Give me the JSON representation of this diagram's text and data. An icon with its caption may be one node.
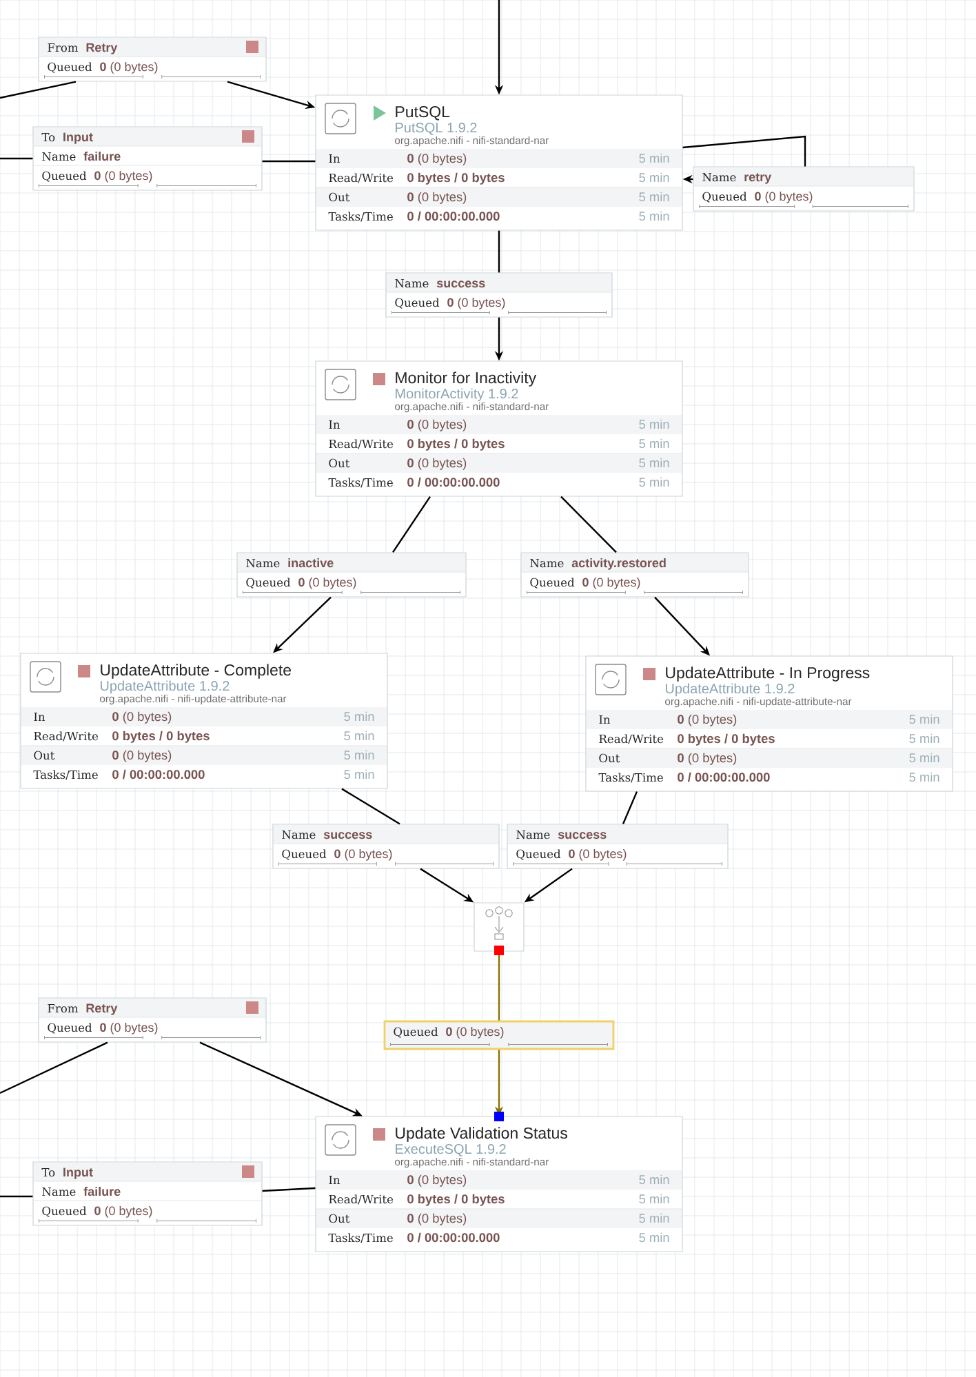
{
  "diagram": {
    "nodes": [
      {
        "text": [
          "From",
          "Retry",
          "Queued",
          "**0** (0 bytes)"
        ]
      },
      {
        "text": [
          "PutSQL",
          "PutSQL 1.9.2",
          "org.apache.nifi - nifi-standard-nar",
          "In",
          "**0** (0 bytes)",
          "5 min",
          "Read/Write",
          "0 bytes / 0 bytes",
          "5 min",
          "Out",
          "**0** (0 bytes)",
          "5 min",
          "Tasks/Time",
          "0 / 00:00:00.000",
          "5 min"
        ]
      },
      {
        "text": [
          "To",
          "Input",
          "Name",
          "failure",
          "Queued",
          "**0** (0 bytes)"
        ]
      },
      {
        "text": [
          "Name",
          "retry",
          "Queued",
          "**0** (0 bytes)"
        ]
      },
      {
        "text": [
          "Name",
          "success",
          "Queued",
          "**0** (0 bytes)"
        ]
      },
      {
        "text": [
          "Monitor for Inactivity",
          "MonitorActivity 1.9.2",
          "org.apache.nifi - nifi-standard-nar",
          "In",
          "**0** (0 bytes)",
          "5 min",
          "Read/Write",
          "0 bytes / 0 bytes",
          "5 min",
          "Out",
          "**0** (0 bytes)",
          "5 min",
          "Tasks/Time",
          "0 / 00:00:00.000",
          "5 min"
        ]
      },
      {
        "text": [
          "Name",
          "inactive",
          "Queued",
          "**0** (0 bytes)"
        ]
      },
      {
        "text": [
          "Name",
          "activity.restored",
          "Queued",
          "**0** (0 bytes)"
        ]
      },
      {
        "text": [
          "UpdateAttribute - Complete",
          "UpdateAttribute 1.9.2",
          "org.apache.nifi - nifi-update-attribute-nar",
          "In",
          "**0** (0 bytes)",
          "5 min",
          "Read/Write",
          "0 bytes / 0 bytes",
          "5 min",
          "Out",
          "**0** (0 bytes)",
          "5 min",
          "Tasks/Time",
          "0 / 00:00:00.000",
          "5 min"
        ]
      },
      {
        "text": [
          "UpdateAttribute - In Progress",
          "UpdateAttribute 1.9.2",
          "org.apache.nifi - nifi-update-attribute-nar",
          "In",
          "**0** (0 bytes)",
          "5 min",
          "Read/Write",
          "0 bytes / 0 bytes",
          "5 min",
          "Out",
          "**0** (0 bytes)",
          "5 min",
          "Tasks/Time",
          "0 / 00:00:00.000",
          "5 min"
        ]
      },
      {
        "text": [
          "Name",
          "success",
          "Queued",
          "**0** (0 bytes)"
        ]
      },
      {
        "text": [
          "Name",
          "success",
          "Queued",
          "**0** (0 bytes)"
        ]
      },
      {
        "text": [],
        "shape": "box"
      },
      {
        "text": [
          "From",
          "Retry",
          "Queued",
          "**0** (0 bytes)"
        ]
      },
      {
        "text": [
          "Queued",
          "**0** (0 bytes)"
        ]
      },
      {
        "text": [
          "Update Validation Status",
          "ExecuteSQL 1.9.2",
          "org.apache.nifi - nifi-standard-nar",
          "In",
          "**0** (0 bytes)",
          "5 min",
          "Read/Write",
          "0 bytes / 0 bytes",
          "5 min",
          "Out",
          "**0** (0 bytes)",
          "5 min",
          "Tasks/Time",
          "0 / 00:00:00.000",
          "5 min"
        ]
      },
      {
        "text": [
          "To",
          "Input",
          "Name",
          "failure",
          "Queued",
          "**0** (0 bytes)"
        ]
      }
    ],
    "edges": [
      {
        "from": null,
        "to": 1,
        "arrow": "to"
      },
      {
        "from": null,
        "to": 0,
        "arrow": "none"
      },
      {
        "from": 0,
        "to": 1,
        "arrow": "to"
      },
      {
        "from": 1,
        "to": 2,
        "arrow": "none"
      },
      {
        "from": 2,
        "to": null,
        "arrow": "none"
      },
      {
        "from": 1,
        "to": 3,
        "arrow": "none"
      },
      {
        "from": 3,
        "to": 1,
        "arrow": "to"
      },
      {
        "from": 1,
        "to": 4,
        "arrow": "none"
      },
      {
        "from": 4,
        "to": 5,
        "arrow": "to"
      },
      {
        "from": 5,
        "to": 6,
        "arrow": "none"
      },
      {
        "from": 6,
        "to": 8,
        "arrow": "to"
      },
      {
        "from": 5,
        "to": 7,
        "arrow": "none"
      },
      {
        "from": 7,
        "to": 9,
        "arrow": "to"
      },
      {
        "from": 8,
        "to": 10,
        "arrow": "none"
      },
      {
        "from": 10,
        "to": 12,
        "arrow": "to"
      },
      {
        "from": 9,
        "to": 11,
        "arrow": "none"
      },
      {
        "from": 11,
        "to": 12,
        "arrow": "to"
      },
      {
        "from": 12,
        "to": 14,
        "arrow": "none",
        "color": "#8a7100"
      },
      {
        "from": 14,
        "to": 15,
        "arrow": "to",
        "color": "#8a7100"
      },
      {
        "from": null,
        "to": 13,
        "arrow": "none"
      },
      {
        "from": 13,
        "to": 15,
        "arrow": "to"
      },
      {
        "from": 15,
        "to": 16,
        "arrow": "none"
      },
      {
        "from": 16,
        "to": null,
        "arrow": "none"
      }
    ]
  }
}
